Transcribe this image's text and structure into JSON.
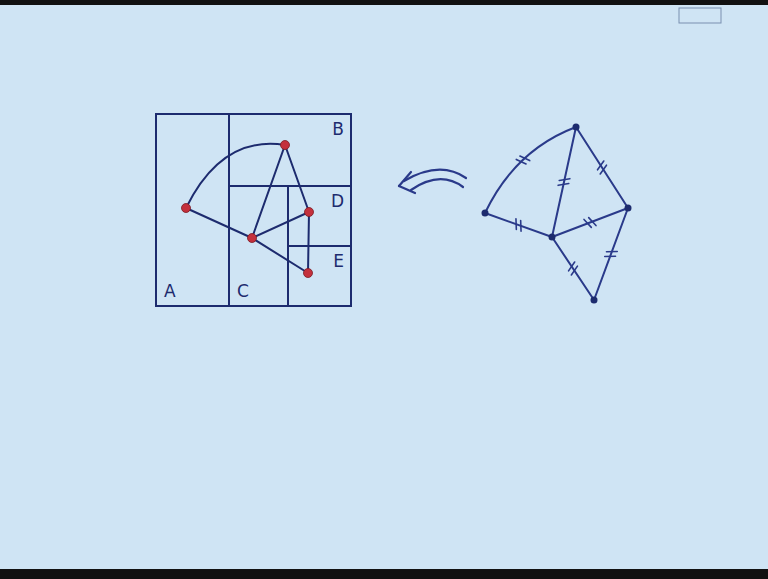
{
  "diagram": {
    "nodes": [
      {
        "text": [
          "A"
        ]
      },
      {
        "text": [
          "B"
        ]
      },
      {
        "text": [
          "C"
        ]
      },
      {
        "text": [
          "D"
        ]
      },
      {
        "text": [
          "E"
        ]
      }
    ],
    "edges": [
      {
        "from": 0,
        "to": 1,
        "arrow": "none"
      },
      {
        "from": 1,
        "to": 2,
        "arrow": "none"
      },
      {
        "from": 1,
        "to": 3,
        "arrow": "none"
      },
      {
        "from": 0,
        "to": 2,
        "arrow": "none"
      },
      {
        "from": 2,
        "to": 3,
        "arrow": "none"
      },
      {
        "from": 2,
        "to": 4,
        "arrow": "none"
      },
      {
        "from": 3,
        "to": 4,
        "arrow": "none"
      }
    ]
  }
}
